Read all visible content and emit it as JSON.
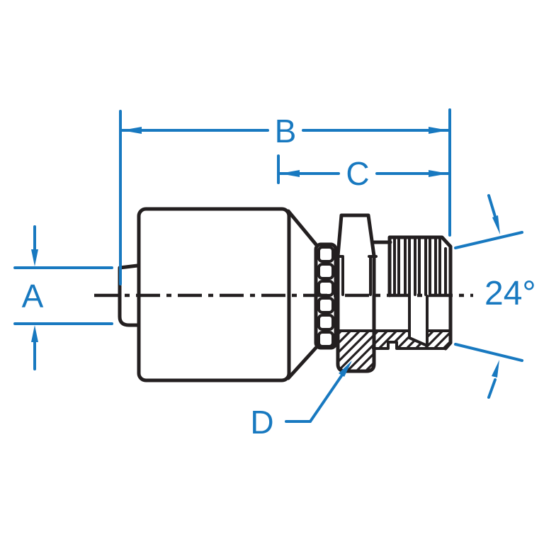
{
  "annotations": {
    "dim_b": "B",
    "dim_c": "C",
    "dim_a": "A",
    "dim_d": "D",
    "cone_angle": "24°"
  },
  "colors": {
    "annotation_blue": "#1879c0",
    "drawing_black": "#231f20",
    "background": "#ffffff"
  }
}
